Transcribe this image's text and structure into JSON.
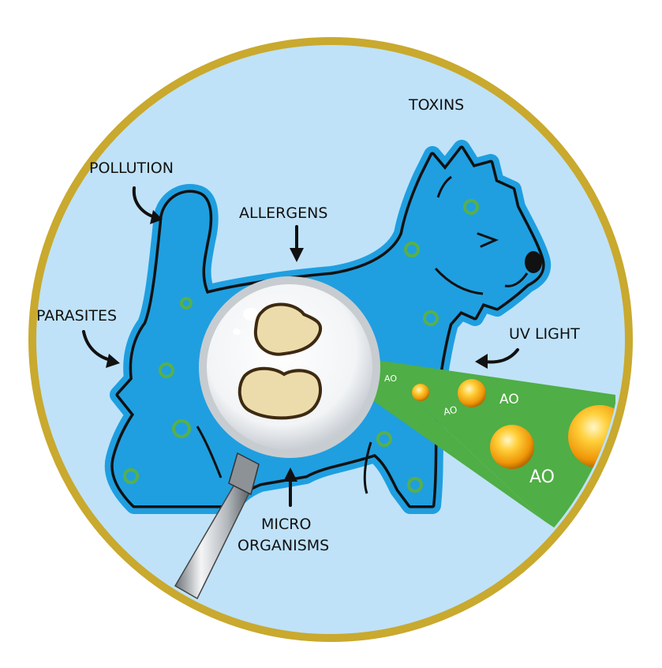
{
  "labels": {
    "toxins": "TOXINS",
    "pollution": "POLLUTION",
    "allergens": "ALLERGENS",
    "parasites": "PARASITES",
    "uv_light": "UV LIGHT",
    "micro_line1": "MICRO",
    "micro_line2": "ORGANISMS"
  },
  "ao_labels": [
    "AO",
    "AO",
    "AO",
    "AO"
  ],
  "colors": {
    "sky": "#bfe2f8",
    "ring": "#c9a92e",
    "dog_outline": "#1f9fe0",
    "spot": "#57b04a",
    "beam": "#4fae45",
    "droplet": "#f3a70c",
    "spore_fill": "#ecdcab",
    "spore_stroke": "#3d2a12"
  },
  "icons": [
    "magnifier-icon",
    "dog-icon",
    "spore-icon",
    "antioxidant-droplet-icon",
    "arrow-icon"
  ]
}
